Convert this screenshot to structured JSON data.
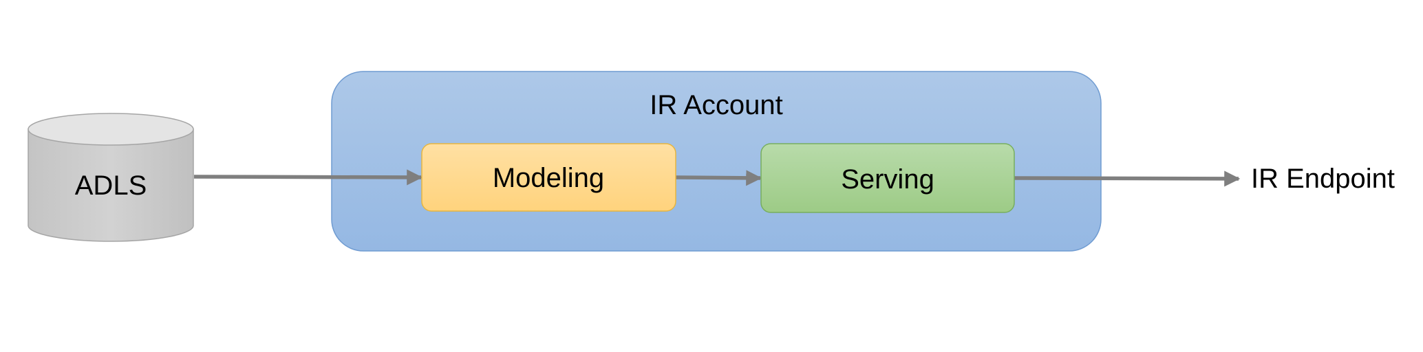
{
  "diagram": {
    "source": {
      "label": "ADLS",
      "shape": "cylinder",
      "fill": "#D0D0D0",
      "top_fill": "#E4E4E4",
      "stroke": "#A5A5A5"
    },
    "container": {
      "label": "IR Account",
      "fill_top": "#ADC8E8",
      "fill_bottom": "#95B8E3",
      "stroke": "#6F9BD1"
    },
    "stages": [
      {
        "label": "Modeling",
        "fill_top": "#FFE0A3",
        "fill_bottom": "#FFD37D",
        "stroke": "#E7B53F"
      },
      {
        "label": "Serving",
        "fill_top": "#B8DBAA",
        "fill_bottom": "#9DCB86",
        "stroke": "#77AE5E"
      }
    ],
    "target": {
      "label": "IR Endpoint"
    },
    "connectors": {
      "color": "#7F7F7F",
      "flow": [
        "ADLS",
        "Modeling",
        "Serving",
        "IR Endpoint"
      ]
    }
  }
}
